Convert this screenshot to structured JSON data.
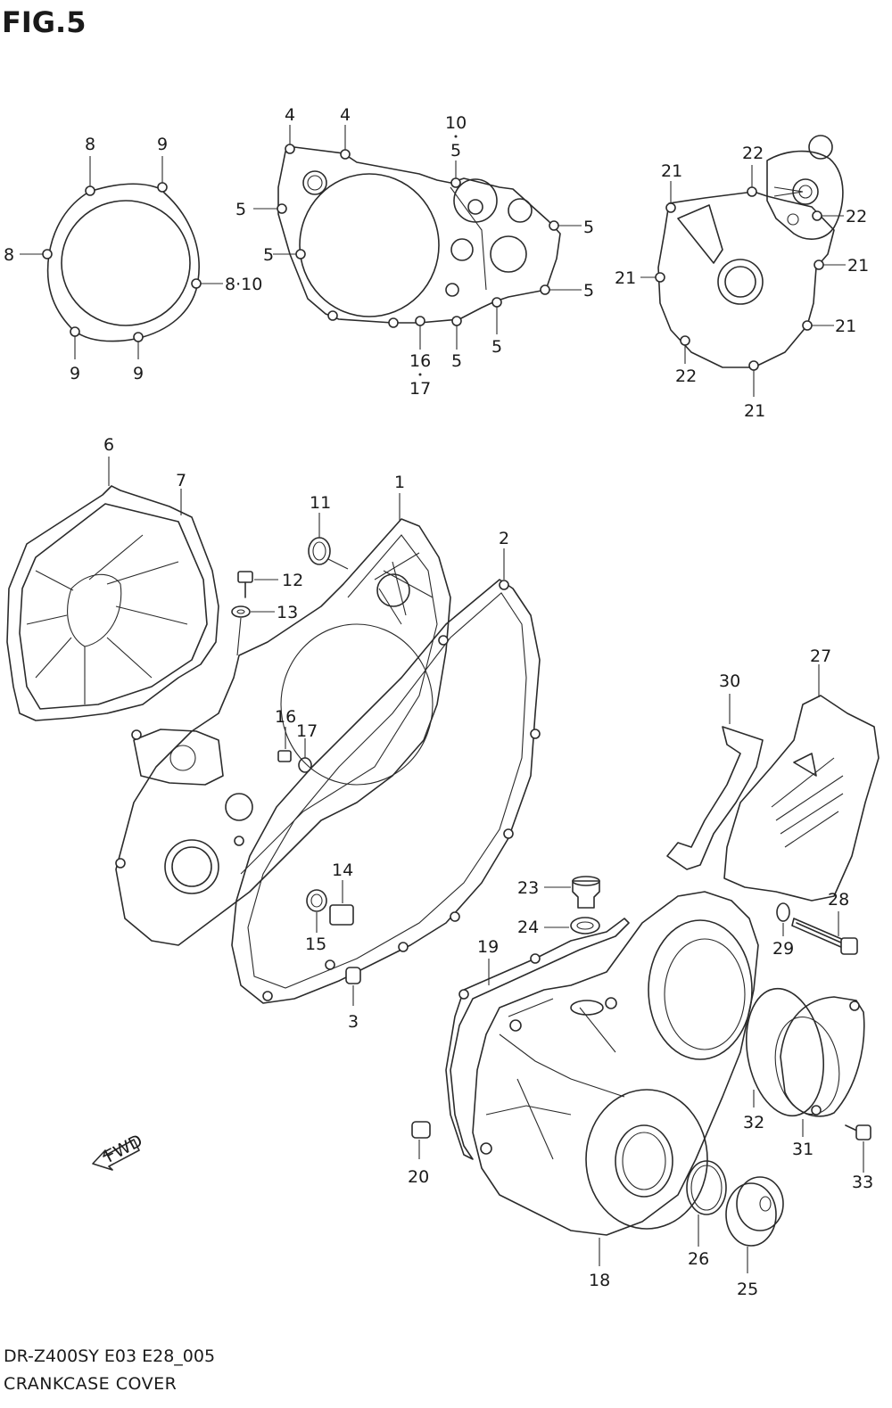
{
  "figure": {
    "title": "FIG.5",
    "footer_code": "DR-Z400SY E03 E28_005",
    "footer_name": "CRANKCASE COVER",
    "fwd_label": "FWD"
  },
  "callouts": {
    "c4a": "4",
    "c4b": "4",
    "c10a": "10",
    "c5a": "5",
    "c8a": "8",
    "c9a": "9",
    "c8b": "8",
    "c810": "8·10",
    "c9b": "9",
    "c9c": "9",
    "c5b": "5",
    "c5c": "5",
    "c5d": "5",
    "c5e": "5",
    "c5f": "5",
    "c5g": "5",
    "c16a": "16",
    "c17a": "17",
    "c21a": "21",
    "c22a": "22",
    "c22b": "22",
    "c21b": "21",
    "c21c": "21",
    "c21d": "21",
    "c22c": "22",
    "c21e": "21",
    "c6": "6",
    "c7": "7",
    "c1": "1",
    "c11": "11",
    "c2": "2",
    "c12": "12",
    "c13": "13",
    "c16b": "16",
    "c17b": "17",
    "c14": "14",
    "c15": "15",
    "c3": "3",
    "c27": "27",
    "c30": "30",
    "c28": "28",
    "c29": "29",
    "c23": "23",
    "c24": "24",
    "c19": "19",
    "c32": "32",
    "c31": "31",
    "c33": "33",
    "c20": "20",
    "c26": "26",
    "c25": "25",
    "c18": "18"
  }
}
